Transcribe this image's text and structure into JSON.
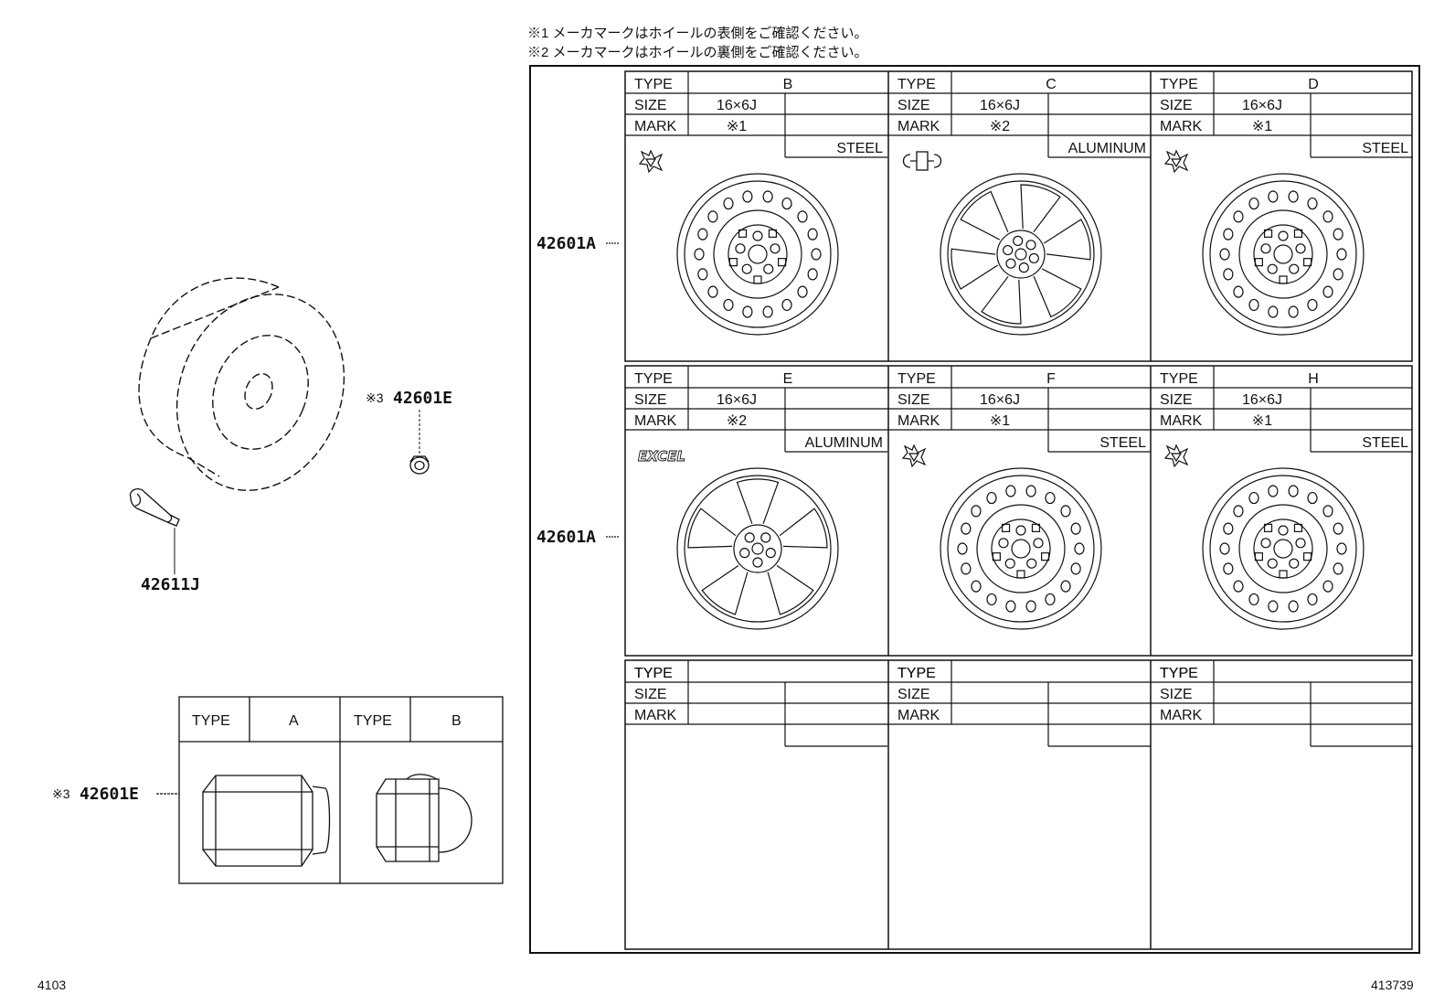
{
  "notes": [
    "※1 メーカマークはホイールの表側をご確認ください。",
    "※2 メーカマークはホイールの裏側をご確認ください。"
  ],
  "part_numbers": {
    "wheel_main": "42601A",
    "valve": "42611J",
    "nut_prefix": "※3",
    "nut": "42601E"
  },
  "row_labels": {
    "type": "TYPE",
    "size": "SIZE",
    "mark": "MARK"
  },
  "wheels": [
    {
      "type": "B",
      "size": "16×6J",
      "mark": "※1",
      "material": "STEEL",
      "logo_icon": "star-logo-icon"
    },
    {
      "type": "C",
      "size": "16×6J",
      "mark": "※2",
      "material": "ALUMINUM",
      "logo_icon": "bridge-logo-icon"
    },
    {
      "type": "D",
      "size": "16×6J",
      "mark": "※1",
      "material": "STEEL",
      "logo_icon": "star-logo-icon"
    },
    {
      "type": "E",
      "size": "16×6J",
      "mark": "※2",
      "material": "ALUMINUM",
      "logo_icon": "excel-logo-icon"
    },
    {
      "type": "F",
      "size": "16×6J",
      "mark": "※1",
      "material": "STEEL",
      "logo_icon": "star-logo-icon"
    },
    {
      "type": "H",
      "size": "16×6J",
      "mark": "※1",
      "material": "STEEL",
      "logo_icon": "star-logo-icon"
    }
  ],
  "nut_table": {
    "type_label": "TYPE",
    "type_a": "A",
    "type_b": "B"
  },
  "footer": {
    "left_code": "4103",
    "right_code": "413739"
  }
}
